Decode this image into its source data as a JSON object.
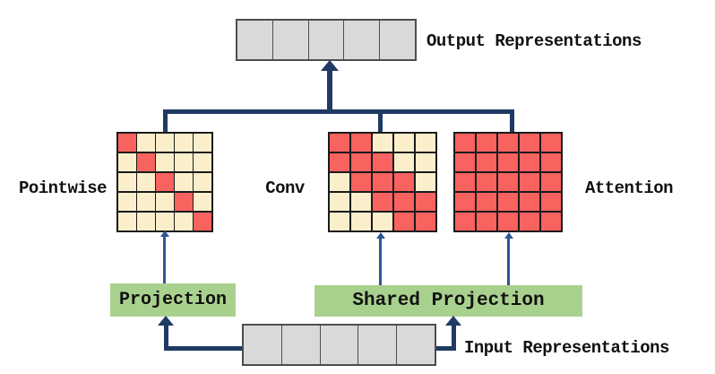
{
  "colors": {
    "red": "#f8625f",
    "cream": "#fbefcb",
    "gray": "#d9d9d9",
    "green": "#a9d18e",
    "navy": "#1f3a63",
    "thin_arrow": "#2f5597"
  },
  "output_row": {
    "label": "Output Representations",
    "cells": 5
  },
  "input_row": {
    "label": "Input Representations",
    "cells": 5
  },
  "matrices": [
    {
      "label": "Pointwise",
      "rows": [
        [
          1,
          0,
          0,
          0,
          0
        ],
        [
          0,
          1,
          0,
          0,
          0
        ],
        [
          0,
          0,
          1,
          0,
          0
        ],
        [
          0,
          0,
          0,
          1,
          0
        ],
        [
          0,
          0,
          0,
          0,
          1
        ]
      ]
    },
    {
      "label": "Conv",
      "rows": [
        [
          1,
          1,
          0,
          0,
          0
        ],
        [
          1,
          1,
          1,
          0,
          0
        ],
        [
          0,
          1,
          1,
          1,
          0
        ],
        [
          0,
          0,
          1,
          1,
          1
        ],
        [
          0,
          0,
          0,
          1,
          1
        ]
      ]
    },
    {
      "label": "Attention",
      "rows": [
        [
          1,
          1,
          1,
          1,
          1
        ],
        [
          1,
          1,
          1,
          1,
          1
        ],
        [
          1,
          1,
          1,
          1,
          1
        ],
        [
          1,
          1,
          1,
          1,
          1
        ],
        [
          1,
          1,
          1,
          1,
          1
        ]
      ]
    }
  ],
  "projection_boxes": {
    "projection": {
      "label": "Projection"
    },
    "shared_projection": {
      "label": "Shared Projection"
    }
  }
}
